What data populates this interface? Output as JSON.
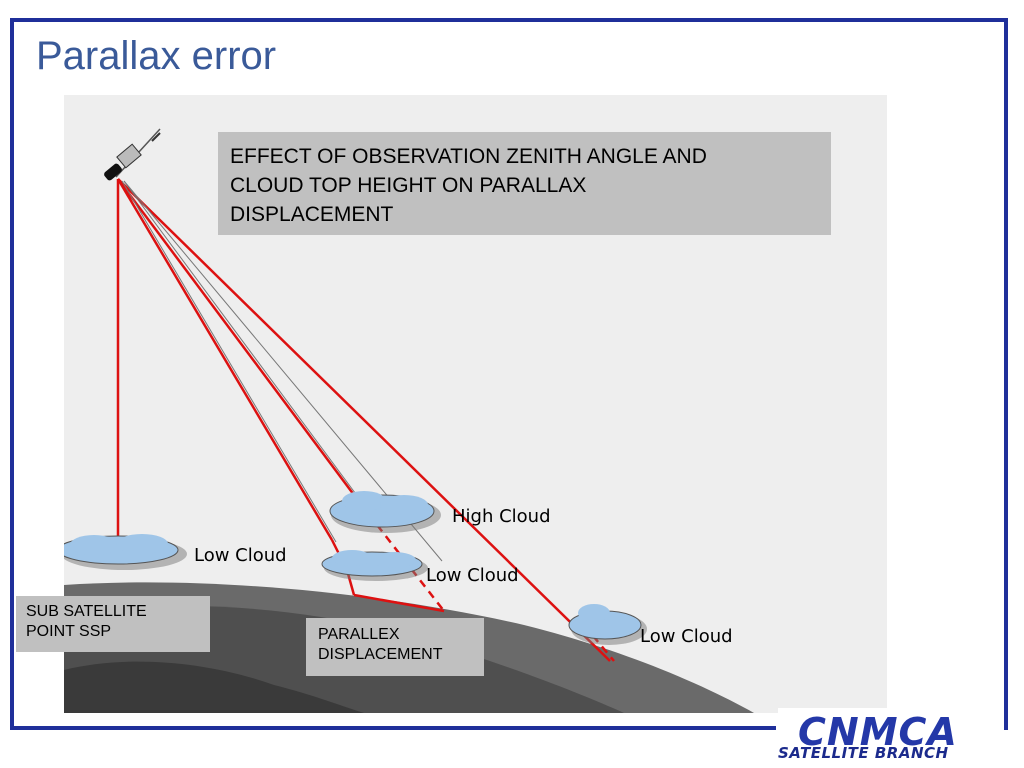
{
  "slide": {
    "title": "Parallax error"
  },
  "diagram": {
    "heading": "EFFECT OF OBSERVATION ZENITH ANGLE AND\nCLOUD TOP HEIGHT ON PARALLAX\nDISPLACEMENT",
    "ssp_label": "SUB SATELLITE\nPOINT SSP",
    "parallax_label": "PARALLEX\nDISPLACEMENT",
    "cloud_labels": [
      "Low Cloud",
      "High Cloud",
      "Low Cloud",
      "Low Cloud"
    ],
    "colors": {
      "ray": "#dd1111",
      "cloud": "#9fc5e8",
      "earth": "#555555",
      "background": "#eeeeee",
      "label_box": "#c0c0c0"
    }
  },
  "logo": {
    "name": "CNMCA",
    "subtitle": "SATELLITE BRANCH",
    "color": "#2438a8"
  }
}
